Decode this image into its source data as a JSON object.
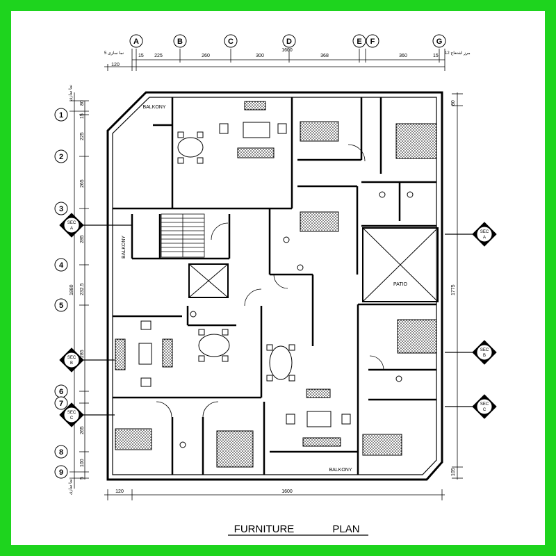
{
  "title": {
    "left": "FURNITURE",
    "right": "PLAN"
  },
  "colors": {
    "frame": "#1ed41e",
    "ink": "#000000",
    "paper": "#ffffff"
  },
  "grid_columns": [
    "A",
    "B",
    "C",
    "D",
    "E",
    "F",
    "G"
  ],
  "grid_rows": [
    "1",
    "2",
    "3",
    "4",
    "5",
    "6",
    "7",
    "8",
    "9"
  ],
  "top_dims": {
    "primary": [
      "15",
      "225",
      "260",
      "300",
      "368",
      "360",
      "15"
    ],
    "overall": "1600",
    "left_offset": "120",
    "note_left": "نما سازی 5",
    "note_right": "مرز اشتعاج 12"
  },
  "left_dims": {
    "values": [
      "80",
      "15",
      "225",
      "265",
      "285",
      "232.5",
      "285",
      "265",
      "100",
      "5"
    ],
    "overall": "1880",
    "note_top": "نما سازی",
    "note_bottom": "نما سازی"
  },
  "right_dims": {
    "top": "80",
    "overall": "1775",
    "bottom": "105"
  },
  "bottom_dims": {
    "left": "120",
    "overall": "1600"
  },
  "rooms": {
    "balcony_top": "BALKONY",
    "balcony_left": "BALKONY",
    "balcony_bottom": "BALKONY",
    "patio": "PATIO"
  },
  "sections": [
    {
      "sec": "SEC",
      "id": "A"
    },
    {
      "sec": "SEC",
      "id": "B"
    },
    {
      "sec": "SEC",
      "id": "C"
    }
  ],
  "icons": {
    "section_marker": "section-marker-icon",
    "door": "door-swing-icon",
    "bed": "double-bed-icon",
    "sofa": "sofa-icon",
    "table": "dining-table-icon",
    "toilet": "toilet-icon",
    "stairs": "stair-icon"
  }
}
